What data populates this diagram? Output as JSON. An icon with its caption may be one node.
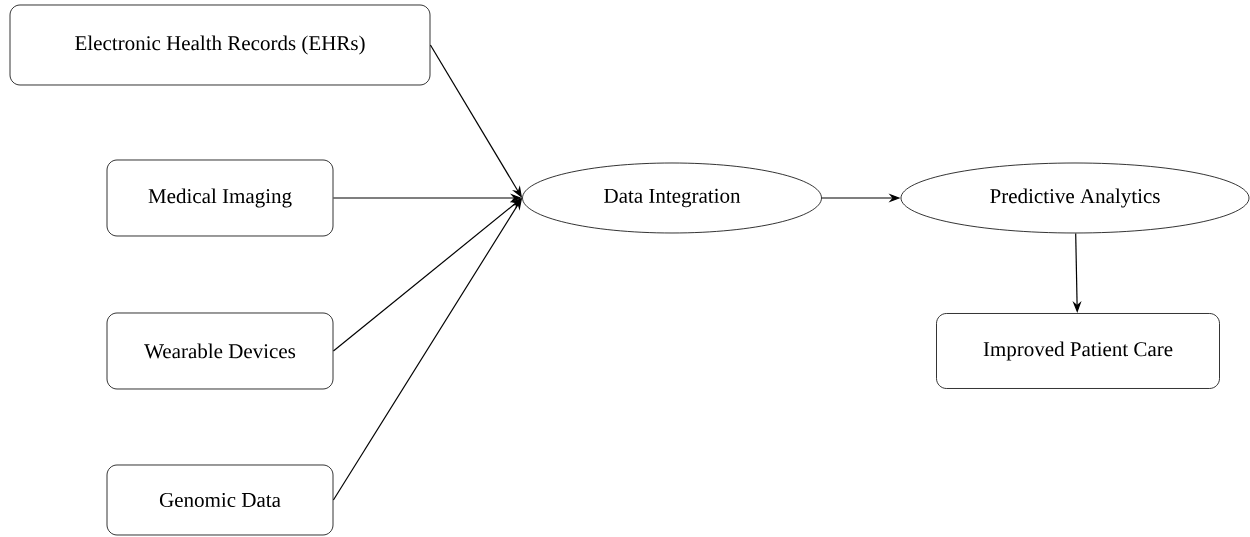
{
  "diagram": {
    "nodes": [
      {
        "text": [
          "Electronic Health Records (EHRs)"
        ]
      },
      {
        "text": [
          "Medical Imaging"
        ]
      },
      {
        "text": [
          "Wearable Devices"
        ]
      },
      {
        "text": [
          "Genomic Data"
        ]
      },
      {
        "text": [
          "Data Integration"
        ]
      },
      {
        "text": [
          "Predictive Analytics"
        ]
      },
      {
        "text": [
          "Improved Patient Care"
        ]
      }
    ],
    "edges": [
      {
        "from": 0,
        "to": 4,
        "arrow": "to"
      },
      {
        "from": 1,
        "to": 4,
        "arrow": "to"
      },
      {
        "from": 2,
        "to": 4,
        "arrow": "to"
      },
      {
        "from": 3,
        "to": 4,
        "arrow": "to"
      },
      {
        "from": 4,
        "to": 5,
        "arrow": "to"
      },
      {
        "from": 5,
        "to": 6,
        "arrow": "to"
      }
    ]
  }
}
